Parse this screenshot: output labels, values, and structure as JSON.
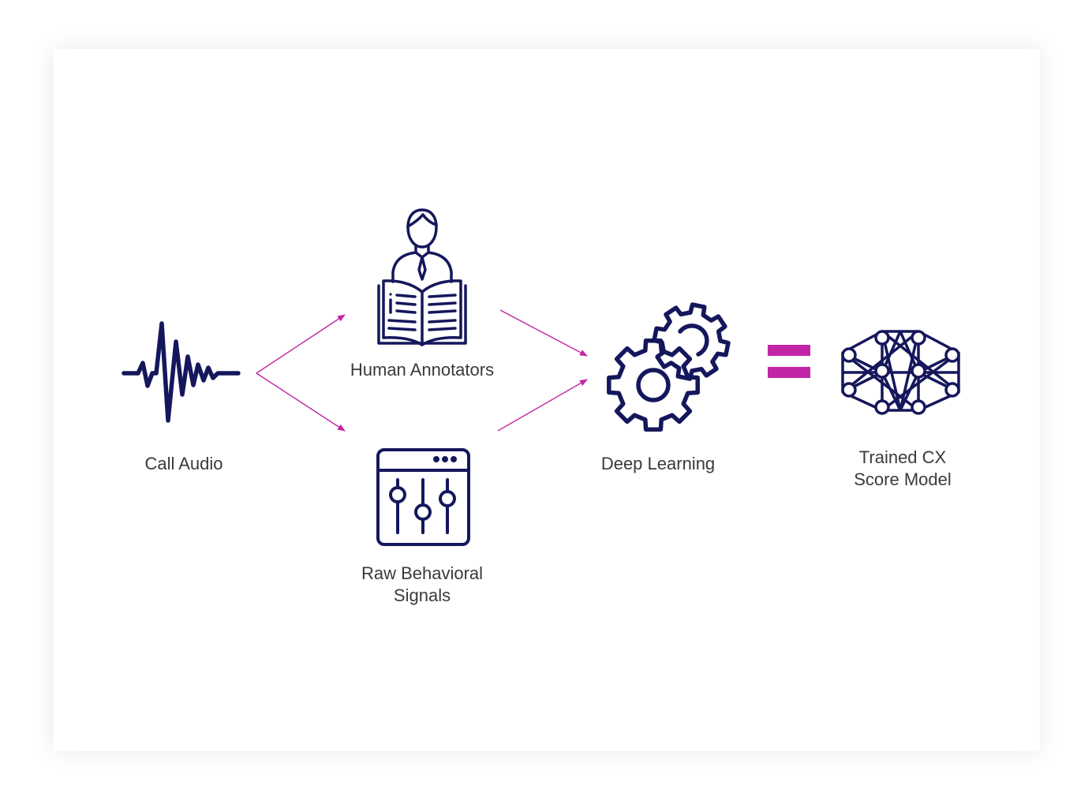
{
  "colors": {
    "icon_navy": "#15175c",
    "arrow_magenta": "#c226a6",
    "equals_magenta": "#c226a6",
    "label_text": "#3a3a3a",
    "card_bg": "#ffffff"
  },
  "nodes": {
    "call_audio": {
      "label": "Call Audio",
      "icon": "sound-wave-icon"
    },
    "human_annotators": {
      "label": "Human Annotators",
      "icon": "annotator-reading-book-icon"
    },
    "raw_signals": {
      "label_line1": "Raw Behavioral",
      "label_line2": "Signals",
      "icon": "equalizer-window-icon"
    },
    "deep_learning": {
      "label": "Deep Learning",
      "icon": "gears-icon"
    },
    "model": {
      "label_line1": "Trained CX",
      "label_line2": "Score Model",
      "icon": "neural-network-icon"
    }
  },
  "connectors": {
    "equals_sign": "equals-icon",
    "arrows": [
      "call-audio-to-human-annotators",
      "call-audio-to-raw-signals",
      "human-annotators-to-deep-learning",
      "raw-signals-to-deep-learning"
    ]
  }
}
